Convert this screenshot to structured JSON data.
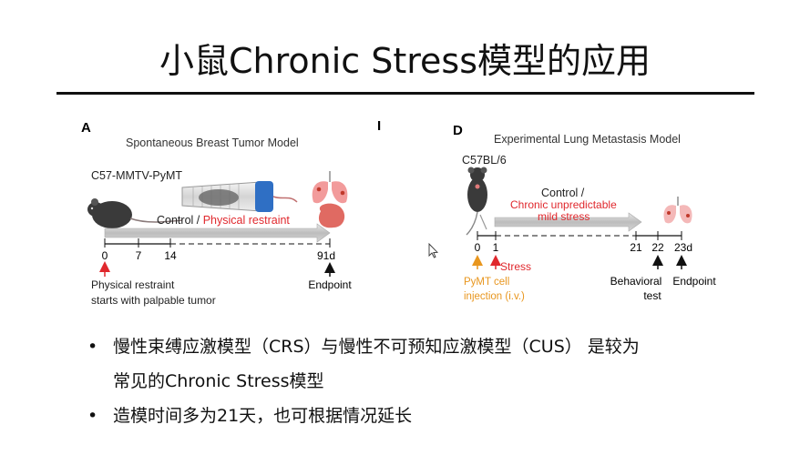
{
  "slide": {
    "title": "小鼠Chronic Stress模型的应用"
  },
  "panel_a": {
    "label": "A",
    "title": "Spontaneous Breast Tumor Model",
    "strain": "C57-MMTV-PyMT",
    "condition_control": "Control / ",
    "condition_stress": "Physical restraint",
    "ticks": [
      "0",
      "7",
      "14",
      "91d"
    ],
    "note_line1": "Physical restraint",
    "note_line2": "starts with palpable tumor",
    "endpoint": "Endpoint"
  },
  "panel_i": {
    "label": "I"
  },
  "panel_d": {
    "label": "D",
    "title": "Experimental Lung Metastasis Model",
    "strain": "C57BL/6",
    "condition_control": "Control /",
    "condition_stress_line1": "Chronic unpredictable",
    "condition_stress_line2": "mild stress",
    "ticks": [
      "0",
      "1",
      "21",
      "22",
      "23d"
    ],
    "stress": "Stress",
    "injection_line1": "PyMT cell",
    "injection_line2": "injection (i.v.)",
    "behavioral_line1": "Behavioral",
    "behavioral_line2": "test",
    "endpoint": "Endpoint"
  },
  "bullets": [
    {
      "line1": "慢性束缚应激模型（CRS）与慢性不可预知应激模型（CUS） 是较为",
      "line2": "常见的Chronic Stress模型"
    },
    {
      "line1": "造模时间多为21天，也可根据情况延长"
    }
  ],
  "bullet_glyph": "•",
  "colors": {
    "stress_red": "#e0282d",
    "injection_orange": "#e8961e",
    "tube_blue": "#2f6fc4",
    "lung_pink": "#f08a8a",
    "tumor_red": "#e06a62"
  }
}
